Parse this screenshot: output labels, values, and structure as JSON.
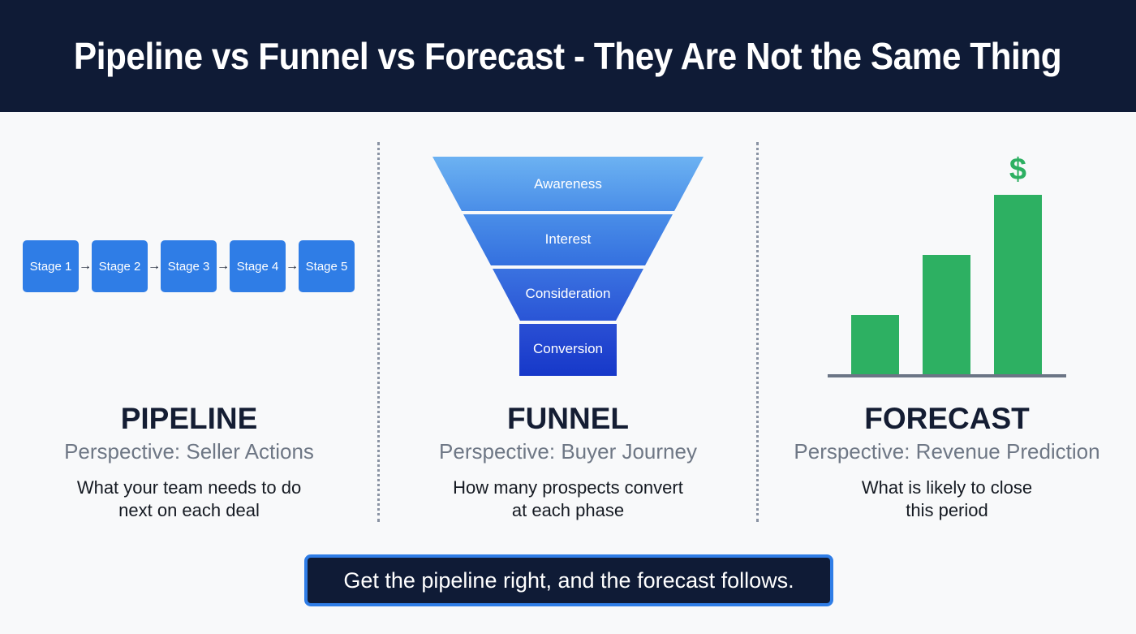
{
  "header": {
    "title": "Pipeline vs Funnel vs Forecast - They Are Not the Same Thing"
  },
  "pipeline": {
    "stages": [
      "Stage 1",
      "Stage 2",
      "Stage 3",
      "Stage 4",
      "Stage 5"
    ],
    "arrow": "→",
    "title": "PIPELINE",
    "perspective": "Perspective: Seller Actions",
    "description": "What your team needs to do\nnext on each deal"
  },
  "funnel": {
    "levels": [
      "Awareness",
      "Interest",
      "Consideration",
      "Conversion"
    ],
    "title": "FUNNEL",
    "perspective": "Perspective: Buyer Journey",
    "description": "How many prospects convert\nat each phase"
  },
  "forecast": {
    "icon": "$",
    "title": "FORECAST",
    "perspective": "Perspective: Revenue Prediction",
    "description": "What is likely to close\nthis period"
  },
  "callout": {
    "text": "Get the pipeline right, and the forecast follows."
  },
  "colors": {
    "header_bg": "#0f1b36",
    "pipeline_blue": "#2f7de6",
    "funnel_top": "#6aaef0",
    "funnel_bottom": "#1a3fcf",
    "forecast_green": "#2db062",
    "callout_border": "#2f7de6"
  }
}
